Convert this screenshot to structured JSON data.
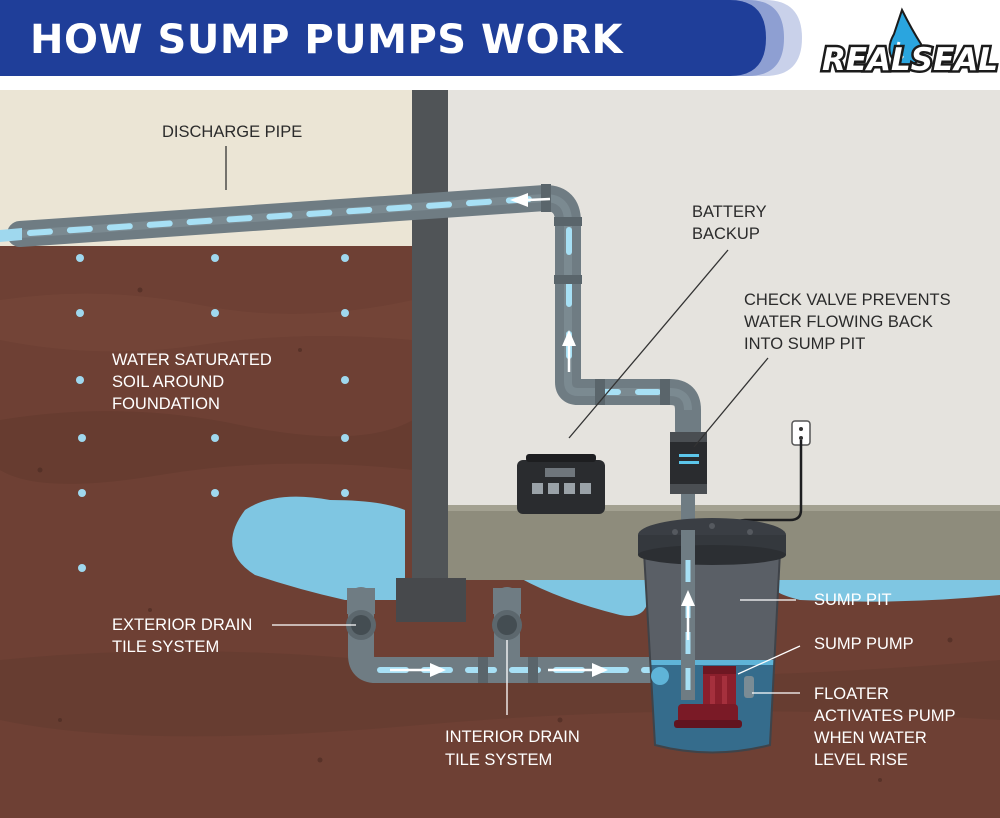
{
  "header": {
    "title": "HOW SUMP PUMPS WORK",
    "logo_text": "REALSEAL"
  },
  "colors": {
    "banner_blue": "#1f3e99",
    "sky": "#ebe5d5",
    "basement_wall": "#e5e3de",
    "soil": "#6e4034",
    "water": "#7fc6e2",
    "pipe": "#6f7c83",
    "floor": "#8e8c7c",
    "pump_red": "#8b1f2c"
  },
  "labels": {
    "discharge_pipe": "DISCHARGE PIPE",
    "battery_backup": [
      "BATTERY",
      "BACKUP"
    ],
    "check_valve": [
      "CHECK VALVE PREVENTS",
      "WATER FLOWING BACK",
      "INTO SUMP PIT"
    ],
    "soil": [
      "WATER SATURATED",
      "SOIL AROUND",
      "FOUNDATION"
    ],
    "exterior_drain": [
      "EXTERIOR DRAIN",
      "TILE SYSTEM"
    ],
    "interior_drain": [
      "INTERIOR DRAIN",
      "TILE SYSTEM"
    ],
    "sump_pit": "SUMP PIT",
    "sump_pump": "SUMP PUMP",
    "floater": [
      "FLOATER",
      "ACTIVATES PUMP",
      "WHEN WATER",
      "LEVEL RISE"
    ]
  }
}
